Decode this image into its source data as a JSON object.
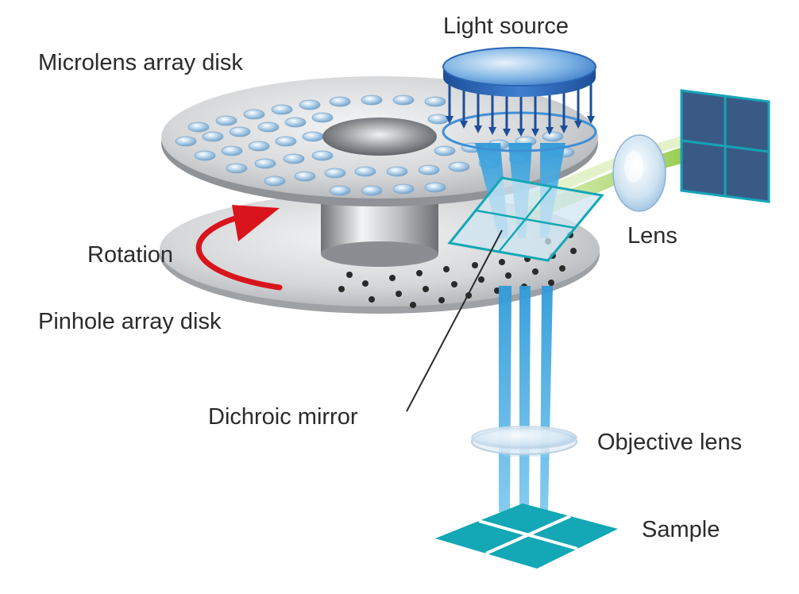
{
  "labels": {
    "light_source": "Light source",
    "microlens_disk": "Microlens array disk",
    "rotation": "Rotation",
    "pinhole_disk": "Pinhole array disk",
    "lens": "Lens",
    "dichroic_mirror": "Dichroic mirror",
    "objective_lens": "Objective lens",
    "sample": "Sample"
  },
  "colors": {
    "beam": "#3fa3de",
    "teal": "#14a7b5",
    "disk": "#c9cbce",
    "rotation_arrow": "#d9141c",
    "detector": "#3a5a86",
    "green_beam": "#a7d34a"
  }
}
